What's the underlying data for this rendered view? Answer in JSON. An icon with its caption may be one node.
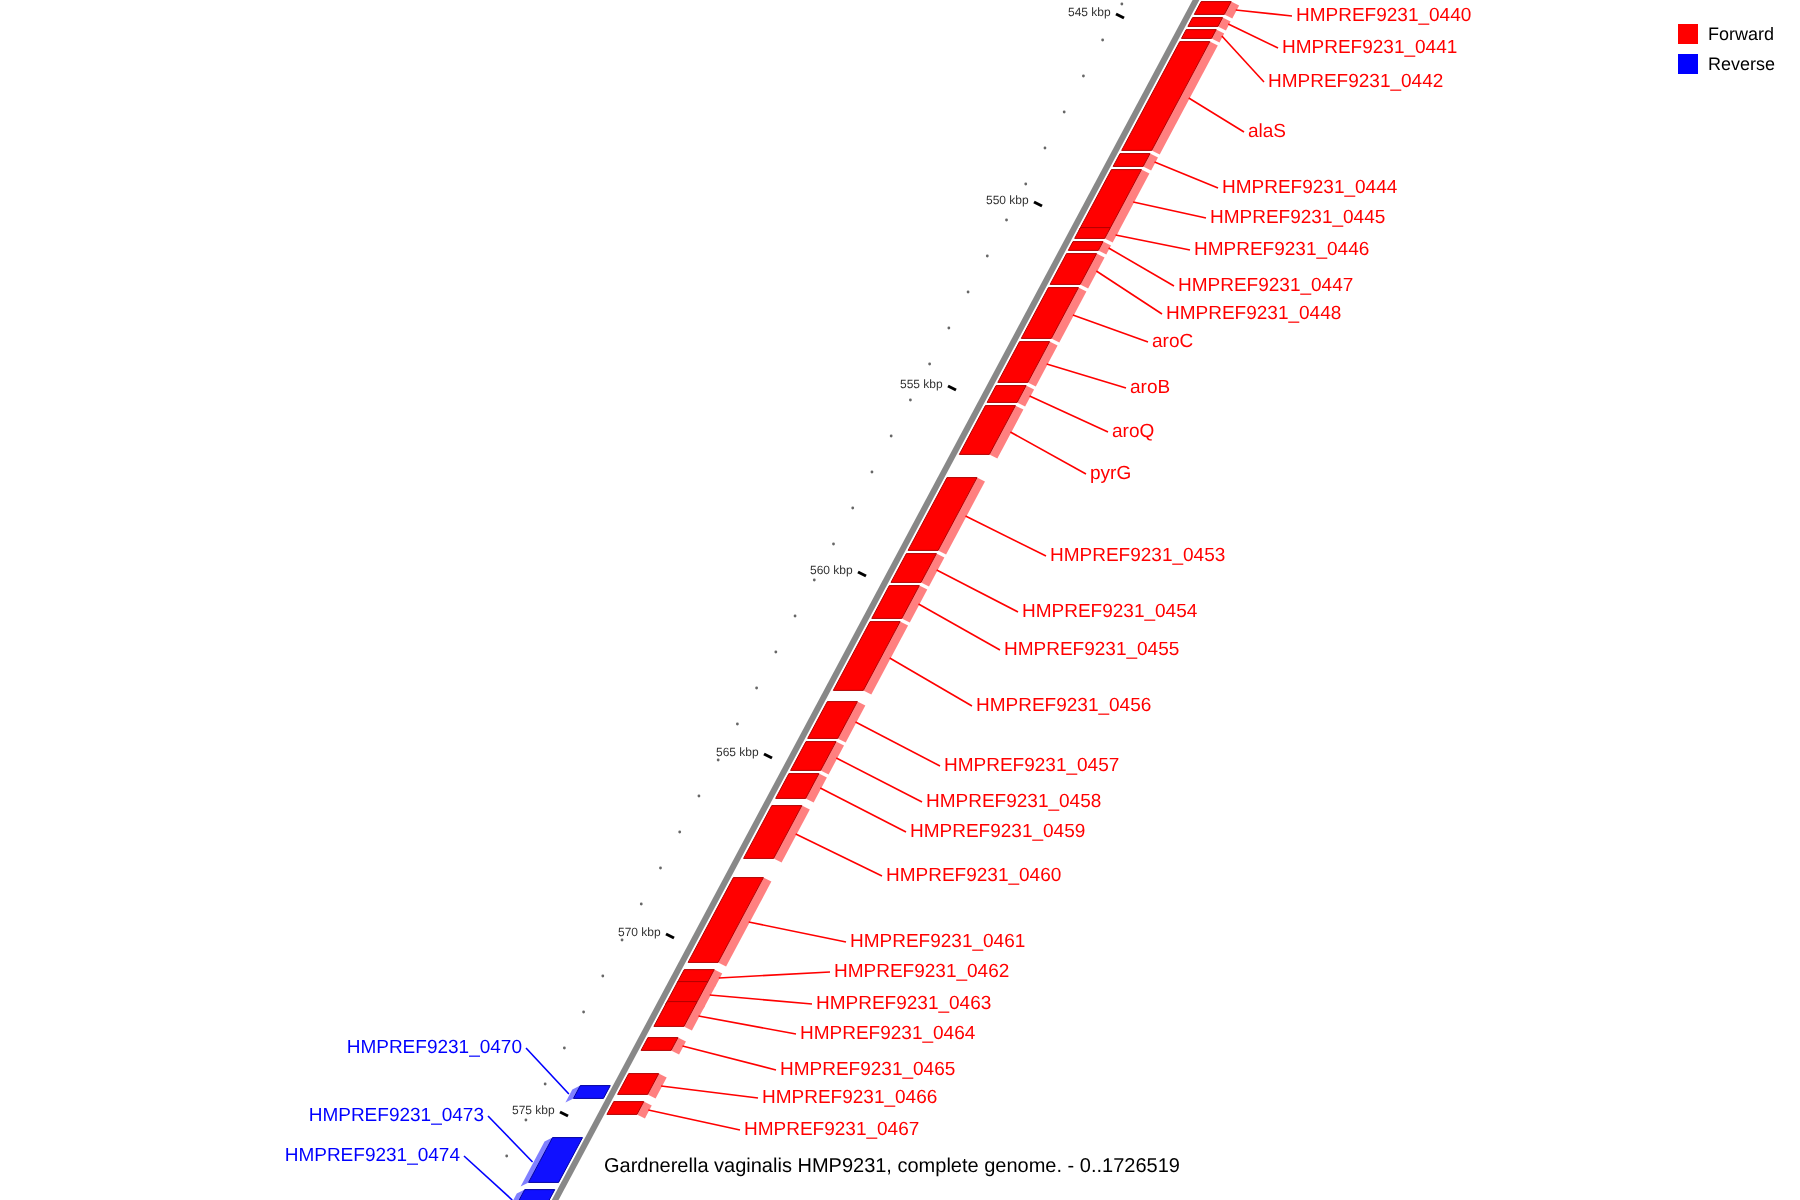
{
  "diagram": {
    "caption": "Gardnerella vaginalis HMP9231, complete genome. - 0..1726519",
    "nodes": [
      {
        "text": [
          "HMPREF9231_0440"
        ]
      },
      {
        "text": [
          "HMPREF9231_0441"
        ]
      },
      {
        "text": [
          "HMPREF9231_0442"
        ]
      },
      {
        "text": [
          "alaS"
        ]
      },
      {
        "text": [
          "HMPREF9231_0444"
        ]
      },
      {
        "text": [
          "HMPREF9231_0445"
        ]
      },
      {
        "text": [
          "HMPREF9231_0446"
        ]
      },
      {
        "text": [
          "HMPREF9231_0447"
        ]
      },
      {
        "text": [
          "HMPREF9231_0448"
        ]
      },
      {
        "text": [
          "aroC"
        ]
      },
      {
        "text": [
          "aroB"
        ]
      },
      {
        "text": [
          "aroQ"
        ]
      },
      {
        "text": [
          "pyrG"
        ]
      },
      {
        "text": [
          "HMPREF9231_0453"
        ]
      },
      {
        "text": [
          "HMPREF9231_0454"
        ]
      },
      {
        "text": [
          "HMPREF9231_0455"
        ]
      },
      {
        "text": [
          "HMPREF9231_0456"
        ]
      },
      {
        "text": [
          "HMPREF9231_0457"
        ]
      },
      {
        "text": [
          "HMPREF9231_0458"
        ]
      },
      {
        "text": [
          "HMPREF9231_0459"
        ]
      },
      {
        "text": [
          "HMPREF9231_0460"
        ]
      },
      {
        "text": [
          "HMPREF9231_0461"
        ]
      },
      {
        "text": [
          "HMPREF9231_0462"
        ]
      },
      {
        "text": [
          "HMPREF9231_0463"
        ]
      },
      {
        "text": [
          "HMPREF9231_0464"
        ]
      },
      {
        "text": [
          "HMPREF9231_0465"
        ]
      },
      {
        "text": [
          "HMPREF9231_0466"
        ]
      },
      {
        "text": [
          "HMPREF9231_0467"
        ]
      },
      {
        "text": [
          "HMPREF9231_0470"
        ]
      },
      {
        "text": [
          "HMPREF9231_0473"
        ]
      },
      {
        "text": [
          "HMPREF9231_0474"
        ]
      },
      {
        "text": [],
        "shape": "bar"
      },
      {
        "text": [],
        "shape": "bar"
      },
      {
        "text": [],
        "shape": "bar"
      },
      {
        "text": [],
        "shape": "bar"
      },
      {
        "text": [],
        "shape": "bar"
      },
      {
        "text": [],
        "shape": "bar"
      },
      {
        "text": [],
        "shape": "bar"
      },
      {
        "text": [],
        "shape": "bar"
      },
      {
        "text": [],
        "shape": "bar"
      },
      {
        "text": [],
        "shape": "bar"
      },
      {
        "text": [],
        "shape": "bar"
      },
      {
        "text": [],
        "shape": "bar"
      },
      {
        "text": [],
        "shape": "bar"
      },
      {
        "text": [],
        "shape": "bar"
      },
      {
        "text": [],
        "shape": "bar"
      },
      {
        "text": [],
        "shape": "bar"
      },
      {
        "text": [],
        "shape": "bar"
      },
      {
        "text": [],
        "shape": "bar"
      },
      {
        "text": [],
        "shape": "bar"
      },
      {
        "text": [],
        "shape": "bar"
      },
      {
        "text": [],
        "shape": "bar"
      },
      {
        "text": [],
        "shape": "bar"
      },
      {
        "text": [],
        "shape": "bar"
      },
      {
        "text": [],
        "shape": "bar"
      },
      {
        "text": [],
        "shape": "bar"
      },
      {
        "text": [],
        "shape": "bar"
      },
      {
        "text": [],
        "shape": "bar"
      },
      {
        "text": [],
        "shape": "bar"
      },
      {
        "text": [],
        "shape": "bar"
      },
      {
        "text": [],
        "shape": "bar"
      },
      {
        "text": [],
        "shape": "bar"
      }
    ],
    "edges": [
      {
        "from": 0,
        "to": 31,
        "arrow": "none"
      },
      {
        "from": 1,
        "to": 32,
        "arrow": "none"
      },
      {
        "from": 2,
        "to": 33,
        "arrow": "none"
      },
      {
        "from": 3,
        "to": 34,
        "arrow": "none"
      },
      {
        "from": 4,
        "to": 35,
        "arrow": "none"
      },
      {
        "from": 5,
        "to": 36,
        "arrow": "none"
      },
      {
        "from": 6,
        "to": 37,
        "arrow": "none"
      },
      {
        "from": 7,
        "to": 38,
        "arrow": "none"
      },
      {
        "from": 8,
        "to": 39,
        "arrow": "none"
      },
      {
        "from": 9,
        "to": 40,
        "arrow": "none"
      },
      {
        "from": 10,
        "to": 41,
        "arrow": "none"
      },
      {
        "from": 11,
        "to": 42,
        "arrow": "none"
      },
      {
        "from": 12,
        "to": 43,
        "arrow": "none"
      },
      {
        "from": 13,
        "to": 44,
        "arrow": "none"
      },
      {
        "from": 14,
        "to": 45,
        "arrow": "none"
      },
      {
        "from": 15,
        "to": 46,
        "arrow": "none"
      },
      {
        "from": 16,
        "to": 47,
        "arrow": "none"
      },
      {
        "from": 17,
        "to": 48,
        "arrow": "none"
      },
      {
        "from": 18,
        "to": 49,
        "arrow": "none"
      },
      {
        "from": 19,
        "to": 50,
        "arrow": "none"
      },
      {
        "from": 20,
        "to": 51,
        "arrow": "none"
      },
      {
        "from": 21,
        "to": 52,
        "arrow": "none"
      },
      {
        "from": 22,
        "to": 53,
        "arrow": "none"
      },
      {
        "from": 23,
        "to": 54,
        "arrow": "none"
      },
      {
        "from": 24,
        "to": 55,
        "arrow": "none"
      },
      {
        "from": 25,
        "to": 56,
        "arrow": "none"
      },
      {
        "from": 26,
        "to": 57,
        "arrow": "none"
      },
      {
        "from": 27,
        "to": 59,
        "arrow": "none"
      },
      {
        "from": 28,
        "to": 58,
        "arrow": "none",
        "color": "#0000ff"
      },
      {
        "from": 29,
        "to": 60,
        "arrow": "none",
        "color": "#0000ff"
      },
      {
        "from": 30,
        "to": 61,
        "arrow": "none",
        "color": "#0000ff"
      }
    ],
    "labels": [
      "545 kbp",
      "550 kbp",
      "555 kbp",
      "560 kbp",
      "565 kbp",
      "570 kbp",
      "575 kbp"
    ],
    "legend": [
      {
        "text": "Forward",
        "color": "#ff0000"
      },
      {
        "text": "Reverse",
        "color": "#0000ff"
      }
    ]
  }
}
